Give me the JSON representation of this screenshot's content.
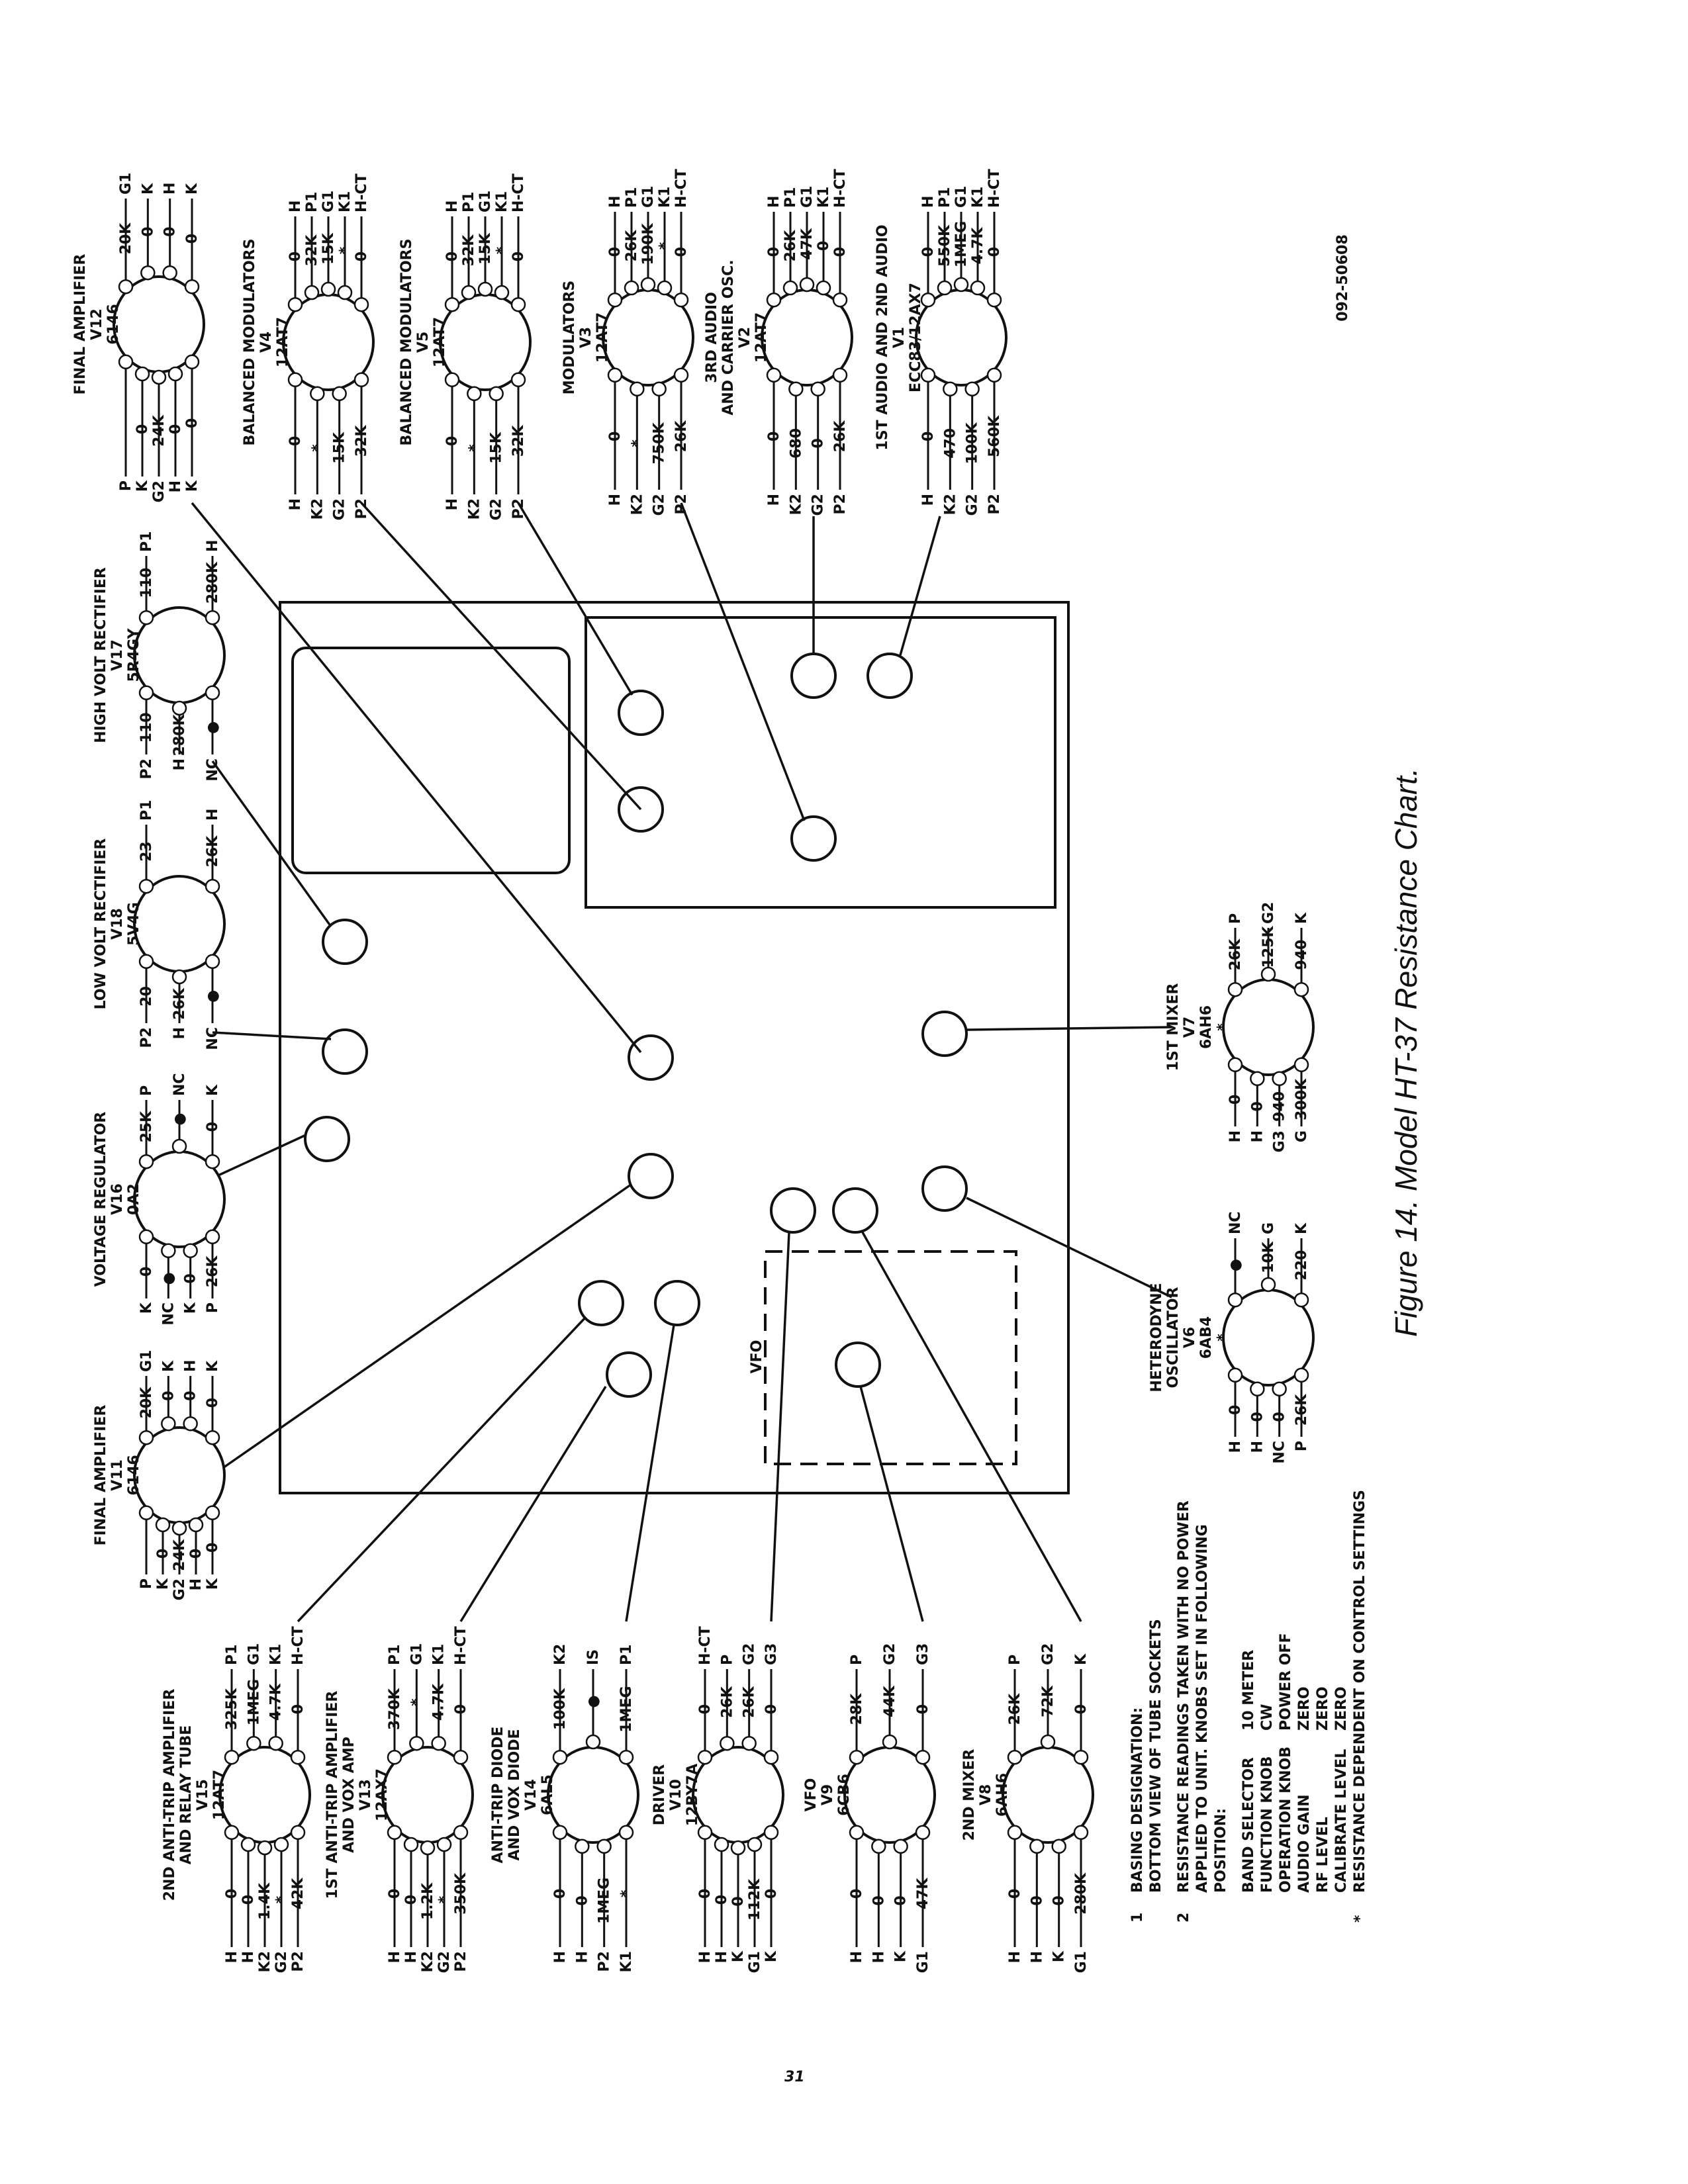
{
  "caption": "Figure 14. Model HT-37 Resistance Chart.",
  "part_number": "092-50608",
  "page_number": "31",
  "chassis_label": "VFO",
  "notes": [
    {
      "num": "1",
      "lines": [
        "BASING DESIGNATION:",
        "BOTTOM VIEW OF TUBE SOCKETS"
      ]
    },
    {
      "num": "2",
      "lines": [
        "RESISTANCE READINGS TAKEN WITH NO POWER",
        "APPLIED TO UNIT. KNOBS SET IN FOLLOWING",
        "POSITION:"
      ]
    },
    {
      "num": "*",
      "lines": [
        "RESISTANCE DEPENDENT ON CONTROL SETTINGS"
      ]
    }
  ],
  "knob_positions": [
    {
      "control": "BAND SELECTOR",
      "position": "10 METER"
    },
    {
      "control": "FUNCTION KNOB",
      "position": "CW"
    },
    {
      "control": "OPERATION KNOB",
      "position": "POWER OFF"
    },
    {
      "control": "AUDIO GAIN",
      "position": "ZERO"
    },
    {
      "control": "RF LEVEL",
      "position": "ZERO"
    },
    {
      "control": "CALIBRATE LEVEL",
      "position": "ZERO"
    }
  ],
  "tubes": [
    {
      "id": "V12",
      "title": [
        "FINAL AMPLIFIER",
        "V12",
        "6146"
      ],
      "upper": [
        [
          "G1",
          "20K"
        ],
        [
          "K",
          "0"
        ],
        [
          "H",
          "0"
        ],
        [
          "K",
          "0"
        ]
      ],
      "lower": [
        [
          "P",
          ""
        ],
        [
          "K",
          "0"
        ],
        [
          "G2",
          "24K"
        ],
        [
          "H",
          "0"
        ],
        [
          "K",
          "0"
        ]
      ]
    },
    {
      "id": "V4",
      "title": [
        "BALANCED MODULATORS",
        "V4",
        "12AT7"
      ],
      "upper": [
        [
          "H",
          "0"
        ],
        [
          "P1",
          "32K"
        ],
        [
          "G1",
          "15K"
        ],
        [
          "K1",
          "*"
        ],
        [
          "H-CT",
          "0"
        ]
      ],
      "lower": [
        [
          "H",
          "0"
        ],
        [
          "K2",
          "*"
        ],
        [
          "G2",
          "15K"
        ],
        [
          "P2",
          "32K"
        ]
      ]
    },
    {
      "id": "V5",
      "title": [
        "BALANCED MODULATORS",
        "V5",
        "12AT7"
      ],
      "upper": [
        [
          "H",
          "0"
        ],
        [
          "P1",
          "32K"
        ],
        [
          "G1",
          "15K"
        ],
        [
          "K1",
          "*"
        ],
        [
          "H-CT",
          "0"
        ]
      ],
      "lower": [
        [
          "H",
          "0"
        ],
        [
          "K2",
          "*"
        ],
        [
          "G2",
          "15K"
        ],
        [
          "P2",
          "32K"
        ]
      ]
    },
    {
      "id": "V3",
      "title": [
        "MODULATORS",
        "V3",
        "12AT7"
      ],
      "upper": [
        [
          "H",
          "0"
        ],
        [
          "P1",
          "26K"
        ],
        [
          "G1",
          "190K"
        ],
        [
          "K1",
          "*"
        ],
        [
          "H-CT",
          "0"
        ]
      ],
      "lower": [
        [
          "H",
          "0"
        ],
        [
          "K2",
          "*"
        ],
        [
          "G2",
          "750K"
        ],
        [
          "P2",
          "26K"
        ]
      ]
    },
    {
      "id": "V2",
      "title": [
        "3RD AUDIO",
        "AND CARRIER OSC.",
        "V2",
        "12AT7"
      ],
      "upper": [
        [
          "H",
          "0"
        ],
        [
          "P1",
          "26K"
        ],
        [
          "G1",
          "47K"
        ],
        [
          "K1",
          "0"
        ],
        [
          "H-CT",
          "0"
        ]
      ],
      "lower": [
        [
          "H",
          "0"
        ],
        [
          "K2",
          "680"
        ],
        [
          "G2",
          "0"
        ],
        [
          "P2",
          "26K"
        ]
      ]
    },
    {
      "id": "V1",
      "title": [
        "1ST AUDIO AND 2ND AUDIO",
        "V1",
        "ECC83/12AX7"
      ],
      "upper": [
        [
          "H",
          "0"
        ],
        [
          "P1",
          "550K"
        ],
        [
          "G1",
          "1MEG"
        ],
        [
          "K1",
          "4.7K"
        ],
        [
          "H-CT",
          "0"
        ]
      ],
      "lower": [
        [
          "H",
          "0"
        ],
        [
          "K2",
          "470"
        ],
        [
          "G2",
          "100K"
        ],
        [
          "P2",
          "560K"
        ]
      ]
    },
    {
      "id": "V17",
      "title": [
        "HIGH VOLT RECTIFIER",
        "V17",
        "5R4GY"
      ],
      "upper": [
        [
          "P1",
          "110"
        ],
        [
          "H",
          "280K"
        ]
      ],
      "lower": [
        [
          "P2",
          "110"
        ],
        [
          "H",
          "280K"
        ],
        [
          "NC",
          "●"
        ]
      ]
    },
    {
      "id": "V18",
      "title": [
        "LOW VOLT RECTIFIER",
        "V18",
        "5V4G"
      ],
      "upper": [
        [
          "P1",
          "23"
        ],
        [
          "H",
          "26K"
        ]
      ],
      "lower": [
        [
          "P2",
          "20"
        ],
        [
          "H",
          "26K"
        ],
        [
          "NC",
          "●"
        ]
      ]
    },
    {
      "id": "V16",
      "title": [
        "VOLTAGE REGULATOR",
        "V16",
        "0A2"
      ],
      "upper": [
        [
          "P",
          "25K"
        ],
        [
          "NC",
          "●"
        ],
        [
          "K",
          "0"
        ]
      ],
      "lower": [
        [
          "K",
          "0"
        ],
        [
          "NC",
          "●"
        ],
        [
          "K",
          "0"
        ],
        [
          "P",
          "26K"
        ]
      ]
    },
    {
      "id": "V11",
      "title": [
        "FINAL AMPLIFIER",
        "V11",
        "6146"
      ],
      "upper": [
        [
          "G1",
          "20K"
        ],
        [
          "K",
          "0"
        ],
        [
          "H",
          "0"
        ],
        [
          "K",
          "0"
        ]
      ],
      "lower": [
        [
          "P",
          ""
        ],
        [
          "K",
          "0"
        ],
        [
          "G2",
          "24K"
        ],
        [
          "H",
          "0"
        ],
        [
          "K",
          "0"
        ]
      ]
    },
    {
      "id": "V15",
      "title": [
        "2ND ANTI-TRIP AMPLIFIER",
        "AND RELAY TUBE",
        "V15",
        "12AT7"
      ],
      "upper": [
        [
          "P1",
          "325K"
        ],
        [
          "G1",
          "1MEG"
        ],
        [
          "K1",
          "4.7K"
        ],
        [
          "H-CT",
          "0"
        ]
      ],
      "lower": [
        [
          "H",
          "0"
        ],
        [
          "H",
          "0"
        ],
        [
          "K2",
          "1.4K"
        ],
        [
          "G2",
          "*"
        ],
        [
          "P2",
          "42K"
        ]
      ]
    },
    {
      "id": "V13",
      "title": [
        "1ST ANTI-TRIP AMPLIFIER",
        "AND VOX AMP",
        "V13",
        "12AX7"
      ],
      "upper": [
        [
          "P1",
          "370K"
        ],
        [
          "G1",
          "*"
        ],
        [
          "K1",
          "4.7K"
        ],
        [
          "H-CT",
          "0"
        ]
      ],
      "lower": [
        [
          "H",
          "0"
        ],
        [
          "H",
          "0"
        ],
        [
          "K2",
          "1.2K"
        ],
        [
          "G2",
          "*"
        ],
        [
          "P2",
          "350K"
        ]
      ]
    },
    {
      "id": "V14",
      "title": [
        "ANTI-TRIP DIODE",
        "AND VOX DIODE",
        "V14",
        "6AL5"
      ],
      "upper": [
        [
          "K2",
          "100K"
        ],
        [
          "IS",
          "●"
        ],
        [
          "P1",
          "1MEG"
        ]
      ],
      "lower": [
        [
          "H",
          "0"
        ],
        [
          "H",
          "0"
        ],
        [
          "P2",
          "1MEG"
        ],
        [
          "K1",
          "*"
        ]
      ]
    },
    {
      "id": "V10",
      "title": [
        "DRIVER",
        "V10",
        "12BY7A"
      ],
      "upper": [
        [
          "H-CT",
          "0"
        ],
        [
          "P",
          "26K"
        ],
        [
          "G2",
          "26K"
        ],
        [
          "G3",
          "0"
        ]
      ],
      "lower": [
        [
          "H",
          "0"
        ],
        [
          "H",
          "0"
        ],
        [
          "K",
          "0"
        ],
        [
          "G1",
          "112K"
        ],
        [
          "K",
          "0"
        ]
      ]
    },
    {
      "id": "V9",
      "title": [
        "VFO",
        "V9",
        "6CB6"
      ],
      "upper": [
        [
          "P",
          "28K"
        ],
        [
          "G2",
          "44K"
        ],
        [
          "G3",
          "0"
        ]
      ],
      "lower": [
        [
          "H",
          "0"
        ],
        [
          "H",
          "0"
        ],
        [
          "K",
          "0"
        ],
        [
          "G1",
          "47K"
        ]
      ]
    },
    {
      "id": "V8",
      "title": [
        "2ND MIXER",
        "V8",
        "6AH6"
      ],
      "upper": [
        [
          "P",
          "26K"
        ],
        [
          "G2",
          "72K"
        ],
        [
          "K",
          "0"
        ]
      ],
      "lower": [
        [
          "H",
          "0"
        ],
        [
          "H",
          "0"
        ],
        [
          "K",
          "0"
        ],
        [
          "G1",
          "280K"
        ]
      ]
    },
    {
      "id": "V6",
      "title": [
        "HETERODYNE",
        "OSCILLATOR",
        "V6",
        "6AB4",
        "*"
      ],
      "upper": [
        [
          "NC",
          "●"
        ],
        [
          "G",
          "10K"
        ],
        [
          "K",
          "220"
        ]
      ],
      "lower": [
        [
          "H",
          "0"
        ],
        [
          "H",
          "0"
        ],
        [
          "NC",
          "0"
        ],
        [
          "P",
          "26K"
        ]
      ]
    },
    {
      "id": "V7",
      "title": [
        "1ST MIXER",
        "V7",
        "6AH6",
        "*"
      ],
      "upper": [
        [
          "P",
          "26K"
        ],
        [
          "G2",
          "125K"
        ],
        [
          "K",
          "940"
        ]
      ],
      "lower": [
        [
          "H",
          "0"
        ],
        [
          "H",
          "0"
        ],
        [
          "G3",
          "940"
        ],
        [
          "G",
          "300K"
        ]
      ]
    }
  ]
}
